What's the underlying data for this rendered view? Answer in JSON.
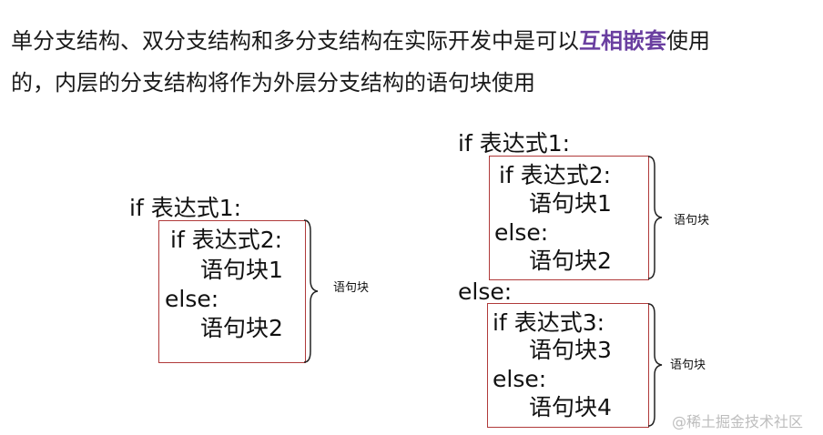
{
  "intro": {
    "line1_pre": "单分支结构、双分支结构和多分支结构在实际开发中是可以",
    "line1_highlight": "互相嵌套",
    "line1_post": "使用",
    "line2": "的，内层的分支结构将作为外层分支结构的语句块使用"
  },
  "left": {
    "outer_if": "if 表达式1:",
    "inner_if": "if 表达式2:",
    "inner_block1": "语句块1",
    "inner_else": "else:",
    "inner_block2": "语句块2",
    "brace_label": "语句块"
  },
  "right": {
    "outer_if": "if 表达式1:",
    "top_if": "if 表达式2:",
    "top_block1": "语句块1",
    "top_else": "else:",
    "top_block2": "语句块2",
    "top_brace_label": "语句块",
    "outer_else": "else:",
    "bottom_if": "if 表达式3:",
    "bottom_block3": "语句块3",
    "bottom_else": "else:",
    "bottom_block4": "语句块4",
    "bottom_brace_label": "语句块"
  },
  "watermark": "@稀土掘金技术社区"
}
